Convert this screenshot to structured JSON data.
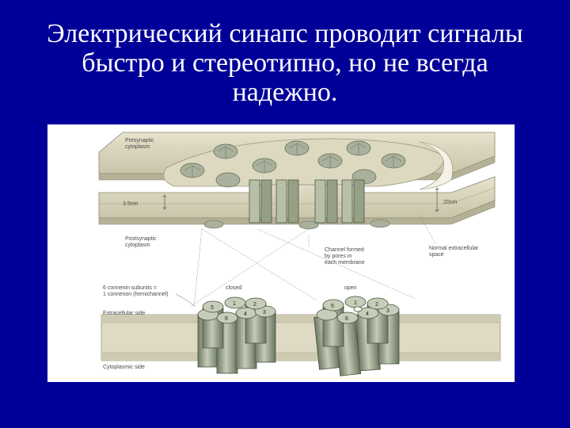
{
  "title": {
    "line1": "Электрический синапс проводит сигналы",
    "line2": "быстро и стереотипно, но не всегда",
    "line3": "надежно."
  },
  "figure": {
    "labels": {
      "presynaptic": [
        "Presynaptic",
        "cytoplasm"
      ],
      "gap_width": "3.5nm",
      "normal_space_width": "20nm",
      "postsynaptic": [
        "Postsynaptic",
        "cytoplasm"
      ],
      "channel": [
        "Channel formed",
        "by pores in",
        "each membrane"
      ],
      "normal_space": [
        "Normal extracellular",
        "space"
      ],
      "connexin": [
        "6 connexin subunits =",
        "1 connexon (hemichannel)"
      ],
      "closed": "closed",
      "open": "open",
      "extracellular_side": "Extracellular side",
      "cytoplasmic_side": "Cytoplasmic side"
    },
    "subunit_numbers": [
      "1",
      "2",
      "3",
      "4",
      "5",
      "6"
    ]
  },
  "colors": {
    "background": "#000099",
    "title_text": "#ffffff",
    "membrane": "#d8d4b8",
    "membrane_dark": "#a9a58a",
    "channel": "#9aa48e",
    "channel_dark": "#66705c"
  }
}
